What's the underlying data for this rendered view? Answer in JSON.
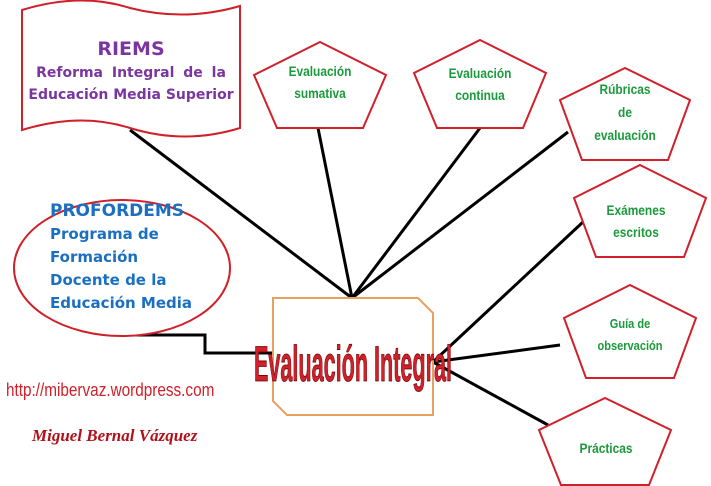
{
  "riems": {
    "title": "RIEMS",
    "line1": "Reforma Integral de la",
    "line2": "Educación Media Superior"
  },
  "profordems": {
    "title": "PROFORDEMS",
    "lines": [
      "Programa de",
      "Formación",
      "Docente de la",
      "Educación Media"
    ]
  },
  "center": {
    "title": "Evaluación Integral"
  },
  "nodes": [
    {
      "line1": "Evaluación",
      "line2": "sumativa"
    },
    {
      "line1": "Evaluación",
      "line2": "continua"
    },
    {
      "line1": "Rúbricas",
      "line2": "de",
      "line3": "evaluación"
    },
    {
      "line1": "Exámenes",
      "line2": "escritos"
    },
    {
      "line1": "Guía de",
      "line2": "observación"
    },
    {
      "line1": "Prácticas"
    }
  ],
  "url": "http://mibervaz.wordpress.com",
  "author": "Miguel Bernal Vázquez",
  "colors": {
    "purple": "#7b35a0",
    "blue": "#1a6fc0",
    "green": "#1a9a3a",
    "red": "#d0202a",
    "orange": "#e8a060"
  }
}
